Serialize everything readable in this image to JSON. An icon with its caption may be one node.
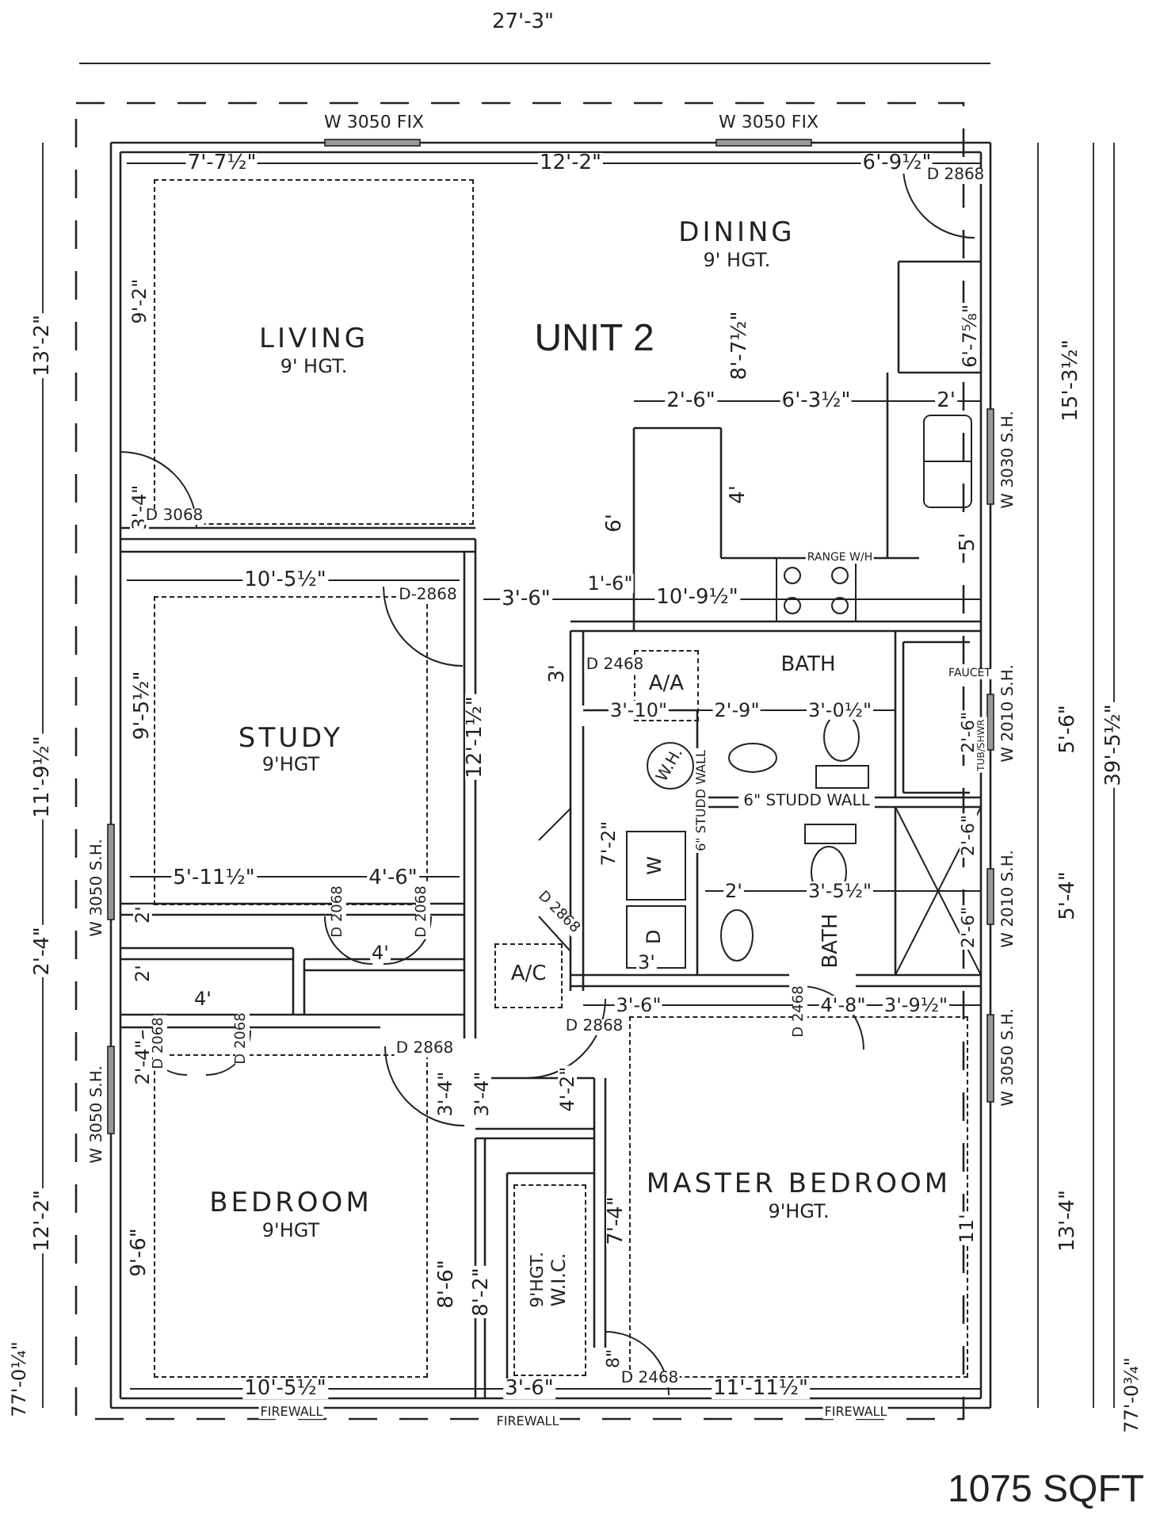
{
  "diagram": {
    "nodes": [
      {
        "text": [
          "LIVING",
          "9' HGT."
        ]
      },
      {
        "text": [
          "DINING",
          "9' HGT."
        ]
      },
      {
        "text": [
          "STUDY",
          "9'HGT"
        ]
      },
      {
        "text": [
          "BEDROOM",
          "9'HGT"
        ]
      },
      {
        "text": [
          "MASTER BEDROOM",
          "9'HGT."
        ]
      },
      {
        "text": [
          "BATH"
        ]
      },
      {
        "text": [
          "BATH"
        ]
      },
      {
        "text": [
          "9'HGT.",
          "W.I.C."
        ]
      },
      {
        "text": [
          "A/A"
        ]
      },
      {
        "text": [
          "A/C"
        ]
      },
      {
        "text": [
          "W.H."
        ]
      },
      {
        "text": [
          "W"
        ]
      },
      {
        "text": [
          "D"
        ]
      }
    ],
    "labels": [
      "27'-3\"",
      "W 3050 FIX",
      "W 3050 FIX",
      "7'-7½\"",
      "12'-2\"",
      "6'-9½\"",
      "D 2868",
      "UNIT 2",
      "13'-2\"",
      "11'-9½\"",
      "2'-4\"",
      "12'-2\"",
      "77'-0¼\"",
      "9'-2\"",
      "3'-4\"",
      "D 3068",
      "10'-5½\"",
      "D-2868",
      "3'-6\"",
      "1'-6\"",
      "10'-9½\"",
      "9'-5½\"",
      "12'-1½\"",
      "3'",
      "W 3050 S.H.",
      "5'-11½\"",
      "4'-6\"",
      "D 2068",
      "D 2068",
      "4'",
      "2'",
      "2'",
      "4'",
      "W 3050 S.H.",
      "D 2068",
      "D 2068",
      "2'-4\"",
      "D 2868",
      "3'-4\"",
      "3'-4\"",
      "4'-2\"",
      "9'-6\"",
      "8'-6\"",
      "8'-2\"",
      "7'-4\"",
      "11'",
      "10'-5½\"",
      "3'-6\"",
      "8\"",
      "D 2468",
      "11'-11½\"",
      "FIREWALL",
      "FIREWALL",
      "FIREWALL",
      "15'-3½\"",
      "39'-5½\"",
      "5'-6\"",
      "5'-4\"",
      "13'-4\"",
      "77'-0¾\"",
      "W 3030 S.H.",
      "W 2010 S.H.",
      "W 2010 S.H.",
      "W 3050 S.H.",
      "8'-7½\"",
      "6'-7⅝\"",
      "2'-6\"",
      "6'-3½\"",
      "2'",
      "6'",
      "4'",
      "5'",
      "RANGE W/H",
      "D 2468",
      "3'-10\"",
      "2'-9\"",
      "3'-0½\"",
      "FAUCET",
      "2'-6\"",
      "TUB/SHWR",
      "6\" STUDD WALL",
      "6\" STUDD WALL",
      "7'-2\"",
      "D 2868",
      "2'",
      "3'-5½\"",
      "2'-6\"",
      "2'-6\"",
      "3'",
      "3'-6\"",
      "4'-8\"",
      "3'-9½\"",
      "D 2868",
      "D 2468",
      "1075 SQFT"
    ]
  }
}
